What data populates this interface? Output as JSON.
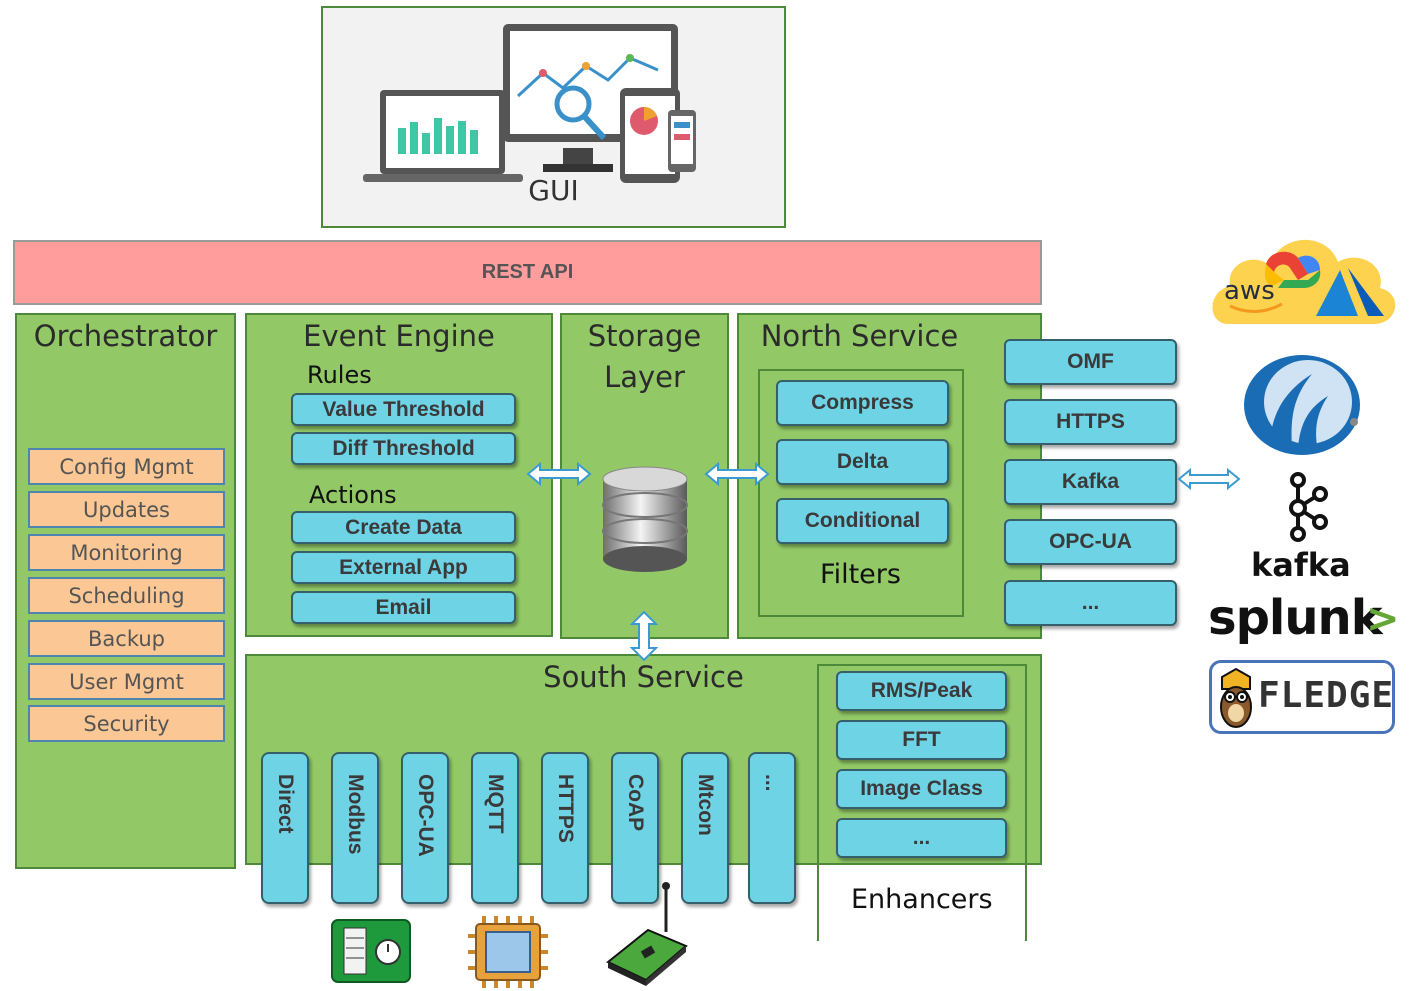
{
  "gui": {
    "label": "GUI"
  },
  "rest_api": {
    "label": "REST API"
  },
  "orchestrator": {
    "title": "Orchestrator",
    "items": [
      "Config Mgmt",
      "Updates",
      "Monitoring",
      "Scheduling",
      "Backup",
      "User Mgmt",
      "Security"
    ]
  },
  "event_engine": {
    "title": "Event Engine",
    "rules_label": "Rules",
    "rules": [
      "Value Threshold",
      "Diff Threshold"
    ],
    "actions_label": "Actions",
    "actions": [
      "Create Data",
      "External App",
      "Email"
    ]
  },
  "storage": {
    "title_line1": "Storage",
    "title_line2": "Layer"
  },
  "north": {
    "title": "North Service",
    "filters_label": "Filters",
    "filters": [
      "Compress",
      "Delta",
      "Conditional"
    ],
    "plugins": [
      "OMF",
      "HTTPS",
      "Kafka",
      "OPC-UA",
      "..."
    ]
  },
  "south": {
    "title": "South Service",
    "plugins": [
      "Direct",
      "Modbus",
      "OPC-UA",
      "MQTT",
      "HTTPS",
      "CoAP",
      "Mtcon",
      "..."
    ],
    "enhancers_label": "Enhancers",
    "enhancers": [
      "RMS/Peak",
      "FFT",
      "Image Class",
      "..."
    ]
  },
  "logos": {
    "aws": "aws",
    "kafka": "kafka",
    "splunk": "splunk",
    "splunk_chevron": ">",
    "fledge": "FLEDGE"
  },
  "colors": {
    "block_green": "#92c966",
    "block_border": "#4c8a3a",
    "pill_cyan": "#6fd3e6",
    "rest_api": "#ff9c9c",
    "orch_item": "#fbc795",
    "arrow": "#3b9bd1"
  },
  "icons": [
    "devices-dashboard-icon",
    "database-icon",
    "cloud-providers-icon",
    "historian-icon",
    "kafka-icon",
    "fledge-owl-icon",
    "sensor-icon",
    "chip-icon",
    "wireless-board-icon"
  ]
}
